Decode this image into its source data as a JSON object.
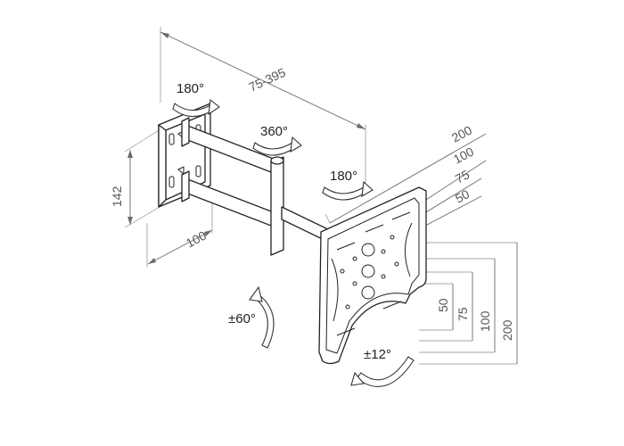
{
  "dimensions": {
    "reach": "75-395",
    "height_142": "142",
    "width_100": "100",
    "diag_200": "200",
    "diag_100": "100",
    "diag_75": "75",
    "diag_50": "50",
    "vert_50": "50",
    "vert_75": "75",
    "vert_100": "100",
    "vert_200": "200"
  },
  "rotations": {
    "top": "180°",
    "middle": "360°",
    "right": "180°",
    "tilt": "±60°",
    "swivel": "±12°"
  },
  "icons": [
    "rotation-arrow-icon"
  ]
}
